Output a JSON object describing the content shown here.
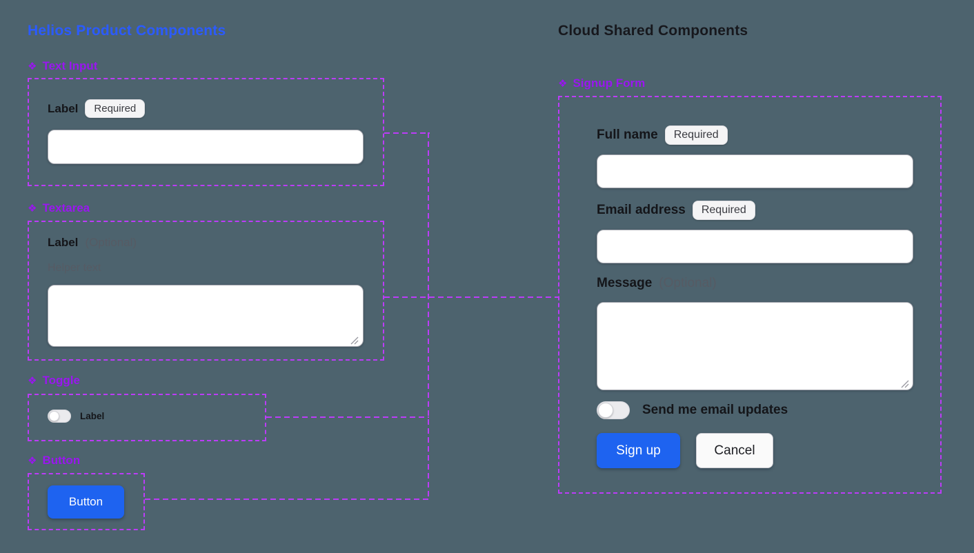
{
  "colors": {
    "background": "#4d636e",
    "brand_blue_title": "#2b5bff",
    "component_purple": "#9a16f0",
    "frame_dash_purple": "#bc3cf8",
    "primary_button_blue": "#1e63f0",
    "badge_background": "#f4f4f5",
    "label_text": "#141519",
    "muted_text": "#565b64"
  },
  "icons": {
    "component": "❖",
    "resize_grip": "diagonal-grip"
  },
  "left": {
    "title": "Helios Product Components",
    "text_input": {
      "section": "Text Input",
      "label": "Label",
      "badge": "Required",
      "value": ""
    },
    "textarea": {
      "section": "Textarea",
      "label": "Label",
      "optional": "(Optional)",
      "helper": "Helper text",
      "value": ""
    },
    "toggle": {
      "section": "Toggle",
      "label": "Label",
      "state": "off"
    },
    "button": {
      "section": "Button",
      "label": "Button"
    }
  },
  "right": {
    "title": "Cloud Shared Components",
    "signup_form": {
      "section": "Signup Form",
      "full_name": {
        "label": "Full name",
        "badge": "Required",
        "value": ""
      },
      "email": {
        "label": "Email address",
        "badge": "Required",
        "value": ""
      },
      "message": {
        "label": "Message",
        "optional": "(Optional)",
        "value": ""
      },
      "toggle": {
        "label": "Send me email updates",
        "state": "off"
      },
      "buttons": {
        "primary": "Sign up",
        "secondary": "Cancel"
      }
    }
  }
}
